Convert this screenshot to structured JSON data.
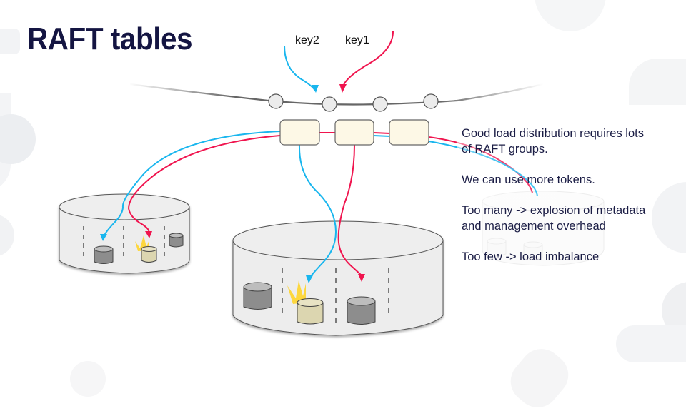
{
  "slide": {
    "title": "RAFT tables"
  },
  "diagram": {
    "keys": [
      {
        "label": "key2",
        "color": "#19b6ee"
      },
      {
        "label": "key1",
        "color": "#f0144e"
      }
    ],
    "ring": {
      "token_count": 4,
      "token_fill": "#ececec",
      "line_color": "#555555"
    },
    "raft_groups": {
      "count": 3,
      "fill": "#fdf8e6",
      "stroke": "#666666"
    },
    "nodes": [
      {
        "name": "node-small",
        "replicas": [
          "gray",
          "leader",
          "gray"
        ]
      },
      {
        "name": "node-large",
        "replicas": [
          "gray",
          "leader",
          "gray"
        ]
      },
      {
        "name": "node-ghost",
        "replicas": [
          "faded",
          "faded"
        ]
      }
    ],
    "colors": {
      "replica_gray": "#8d8d8d",
      "replica_leader": "#dcd6b0",
      "crown": "#ffd21f",
      "node_fill": "#ededed"
    }
  },
  "bullets": [
    "Good load distribution requires lots of RAFT groups.",
    "We can use more tokens.",
    "Too many -> explosion of metadata and management overhead",
    "Too few -> load imbalance"
  ]
}
